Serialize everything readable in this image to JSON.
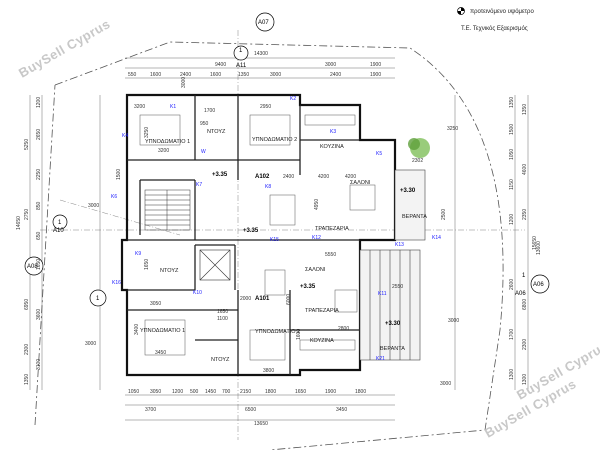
{
  "legend": {
    "datum_text": "προτεινόμενο υψόμετρο",
    "plot_text": "Τ.Ε. Τεχνικός Εξαερισμός"
  },
  "watermarks": [
    "BuySell Cyprus",
    "BuySell Cyprus",
    "BuySell Cyprus"
  ],
  "grid_labels": {
    "top": "A07",
    "left_mid": "A10",
    "left": "A08",
    "right": "A06",
    "bubble_top": "1",
    "bubble_top_sub": "A11",
    "bubble_left": "1",
    "bubble_right": "1",
    "bubble_right_sub": "A06"
  },
  "units": {
    "upper": {
      "name": "A102",
      "level": "+3.35"
    },
    "lower": {
      "name": "A101",
      "level": "+3.35"
    }
  },
  "levels": {
    "core": "+3.35",
    "veranda_upper": "+3.30",
    "veranda_lower": "+3.30"
  },
  "rooms": {
    "bed1_upper": "ΥΠΝΟΔΩΜΑΤΙΟ 1",
    "wc_upper": "ΝΤΟΥΖ",
    "bed2_upper": "ΥΠΝΟΔΩΜΑΤΙΟ 2",
    "kitchen_upper": "ΚΟΥΖΙΝΑ",
    "living_upper": "ΣΑΛΟΝΙ",
    "dining_upper": "ΤΡΑΠΕΖΑΡΙΑ",
    "veranda_upper": "ΒΕΡΑΝΤΑ",
    "wc_lower": "ΝΤΟΥΖ",
    "living_lower": "ΣΑΛΟΝΙ",
    "dining_lower": "ΤΡΑΠΕΖΑΡΙΑ",
    "veranda_lower": "ΒΕΡΑΝΤΑ",
    "bed1_lower": "ΥΠΝΟΔΩΜΑΤΙΟ 1",
    "bed2_lower": "ΥΠΝΟΔΩΜΑΤΙΟ 2",
    "wc2_lower": "ΝΤΟΥΖ",
    "kitchen_lower": "ΚΟΥΖΙΝΑ"
  },
  "codes": [
    "K1",
    "K2",
    "K3",
    "K4",
    "K5",
    "K6",
    "K7",
    "K8",
    "K9",
    "K10",
    "K11",
    "K12",
    "K13",
    "K14",
    "K15",
    "K16",
    "K21",
    "W"
  ],
  "dims": {
    "overall_top": "14300",
    "top_row": [
      "9400",
      "3000",
      "1900"
    ],
    "top_sub": [
      "550",
      "1600",
      "2400",
      "1600",
      "1350",
      "3000",
      "2400",
      "1900"
    ],
    "bottom_row": [
      "1050",
      "3050",
      "1200",
      "500",
      "1450",
      "700",
      "2150",
      "1800",
      "1650",
      "1900",
      "1800"
    ],
    "bottom_sub": [
      "3700",
      "6500",
      "3450"
    ],
    "overall_bottom": "13650",
    "left_col": [
      "5250",
      "2750",
      "14650",
      "6950",
      "2300",
      "1350"
    ],
    "left_sub": [
      "1200",
      "2650",
      "2250",
      "850",
      "650",
      "1650",
      "3600",
      "3100"
    ],
    "right_col": [
      "1350",
      "4600",
      "2350",
      "15650",
      "6800",
      "2300",
      "1300"
    ],
    "right_sub": [
      "1350",
      "1500",
      "1050",
      "1150",
      "1200",
      "2600",
      "1700",
      "1300"
    ],
    "inner": [
      "1700",
      "3200",
      "4200",
      "2400",
      "4950",
      "2950",
      "3250",
      "3000",
      "1650",
      "3050",
      "5550",
      "2550",
      "3450",
      "3800",
      "6000",
      "2800",
      "1100",
      "1650",
      "2000",
      "3000",
      "3000",
      "3000",
      "13600",
      "3400",
      "2500",
      "4200",
      "3200",
      "1500",
      "1600",
      "950",
      "2302",
      "3250",
      "3000"
    ]
  }
}
